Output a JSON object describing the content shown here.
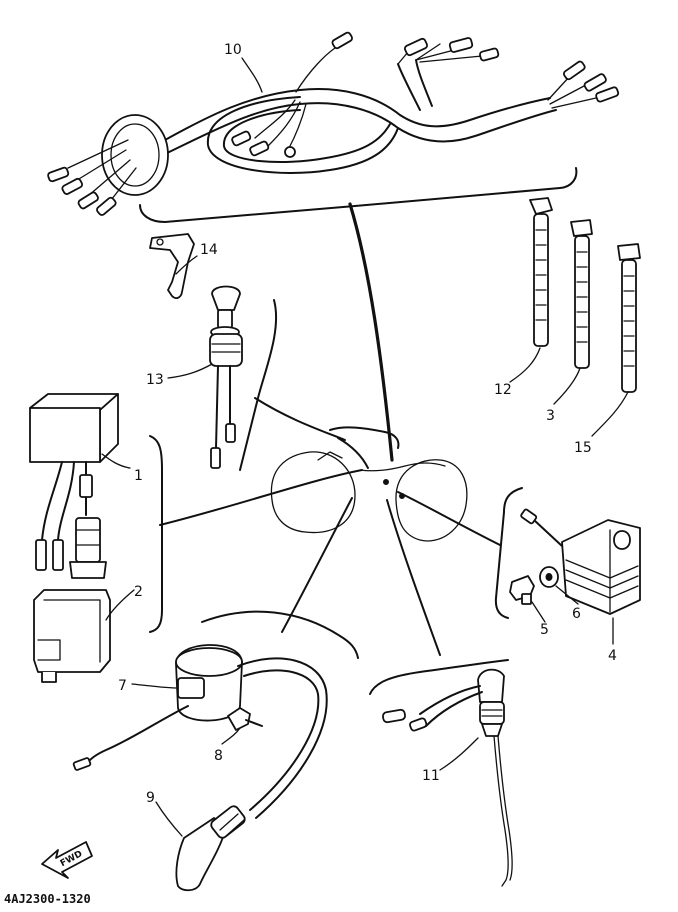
{
  "diagram": {
    "part_labels": {
      "p1": "1",
      "p2": "2",
      "p3": "3",
      "p4": "4",
      "p5": "5",
      "p6": "6",
      "p7": "7",
      "p8": "8",
      "p9": "9",
      "p10": "10",
      "p11": "11",
      "p12": "12",
      "p13": "13",
      "p14": "14",
      "p15": "15"
    },
    "fwd_label": "FWD",
    "drawing_code": "4AJ2300-1320"
  }
}
